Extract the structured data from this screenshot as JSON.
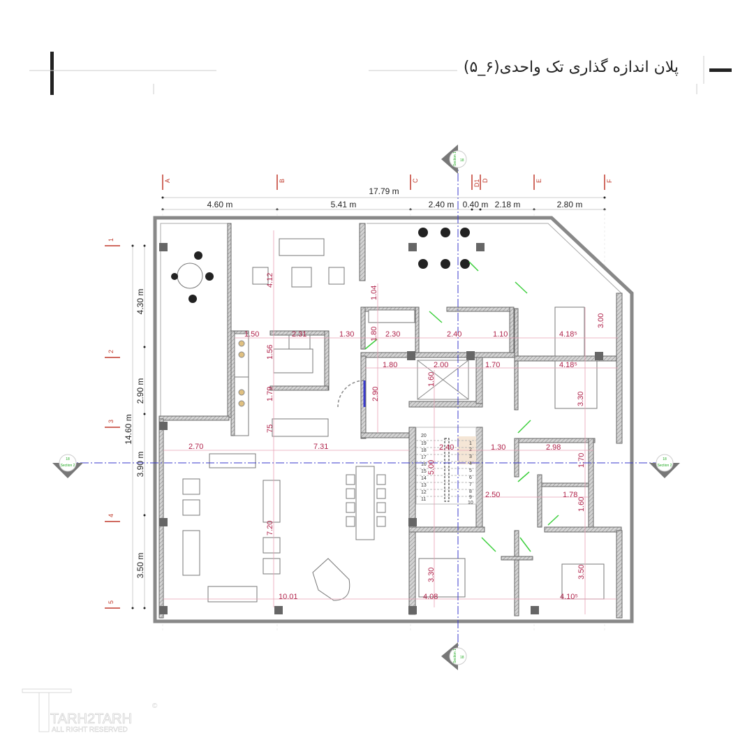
{
  "title": "پلان اندازه گذاری تک واحدی(۶_۵)",
  "logo": {
    "name": "TARH2TARH",
    "tagline": "ALL RIGHT RESERVED",
    "symbol": "©"
  },
  "grid": {
    "columns": [
      "A",
      "B",
      "C",
      "D1",
      "D",
      "E",
      "F"
    ],
    "rows": [
      "1",
      "2",
      "3",
      "4",
      "5"
    ]
  },
  "dims_top": {
    "total": "17.79 m",
    "segments": [
      "4.60 m",
      "5.41 m",
      "2.40 m",
      "0.40 m",
      "2.18 m",
      "2.80 m"
    ]
  },
  "dims_left": {
    "total": "14.60 m",
    "segments": [
      "4.30 m",
      "2.90 m",
      "3.90 m",
      "3.50 m"
    ]
  },
  "room_dims": [
    "4.12",
    "1.04",
    "1.50",
    "2.31",
    "1.30",
    "1.80",
    "2.30",
    "2.40",
    "1.10",
    "3.00",
    "4.18⁵",
    "4.18⁵",
    "1.56",
    "1.80",
    "2.00",
    "1.70",
    "1.60",
    "1.79",
    "2.90",
    "3.30",
    "75",
    "2.70",
    "7.31",
    "2.40",
    "1.30",
    "2.98",
    "5.00",
    "1.70",
    "2.50",
    "1.78",
    "1.60",
    "7.20",
    "3.30",
    "3.50",
    "10.01",
    "4.08",
    "4.10⁵"
  ],
  "stairs": {
    "steps": [
      "1",
      "2",
      "3",
      "4",
      "5",
      "6",
      "7",
      "8",
      "9",
      "10",
      "11",
      "12",
      "13",
      "14",
      "15",
      "16",
      "17",
      "18",
      "19",
      "20"
    ]
  },
  "section_markers": {
    "section1": "Section 1",
    "section2": "Section 2",
    "sheet": "18"
  },
  "colors": {
    "dimension": "#b0224a",
    "axis": "#3a3acc",
    "door": "#3ccf3c",
    "wall": "#888888"
  }
}
